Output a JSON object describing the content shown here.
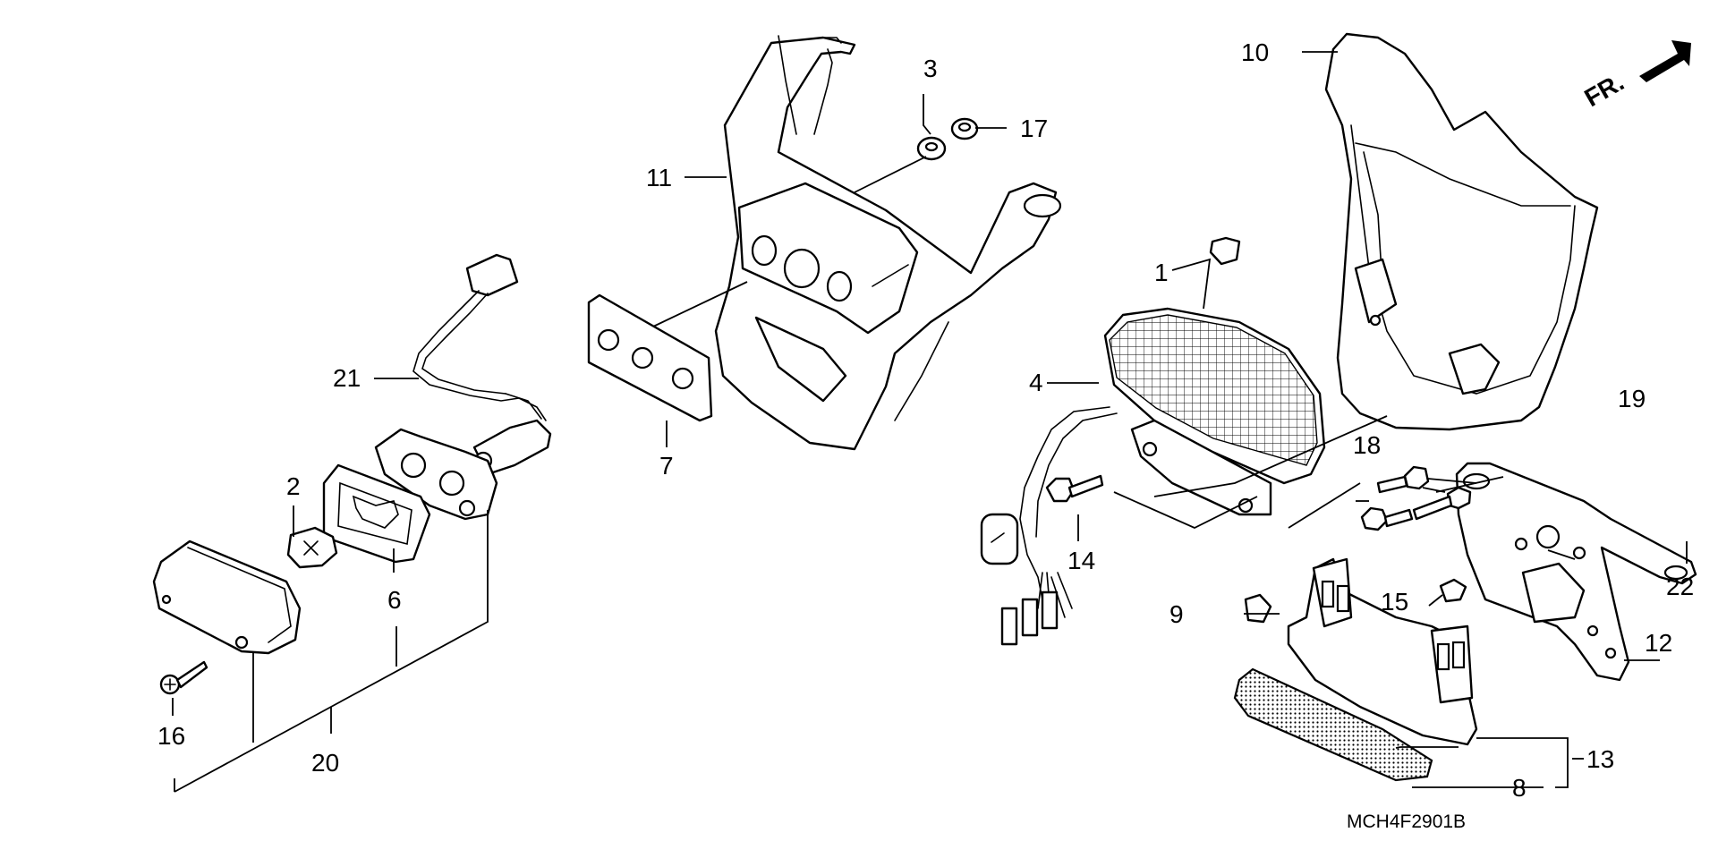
{
  "labels": {
    "p1": "1",
    "p2": "2",
    "p3": "3",
    "p4": "4",
    "p6": "6",
    "p7": "7",
    "p8": "8",
    "p9": "9",
    "p10": "10",
    "p11": "11",
    "p12": "12",
    "p13": "13",
    "p14": "14",
    "p15": "15",
    "p16": "16",
    "p17": "17",
    "p18": "18",
    "p19": "19",
    "p20": "20",
    "p21": "21",
    "p22": "22"
  },
  "direction_label": "FR.",
  "diagram_code": "MCH4F2901B"
}
